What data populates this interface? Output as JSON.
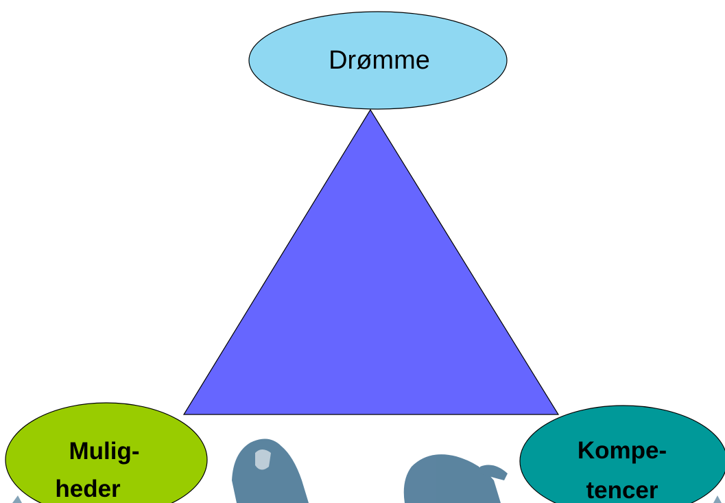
{
  "diagram": {
    "top_node": {
      "label": "Drømme",
      "fill": "#8fd8f2"
    },
    "left_node": {
      "line1": "Mulig-",
      "line2": "heder",
      "fill": "#99cc00"
    },
    "right_node": {
      "line1": "Kompe-",
      "line2": "tencer",
      "fill": "#009999"
    },
    "triangle_fill": "#6666ff",
    "decorative_image": "faint-blue-figure-silhouettes"
  }
}
